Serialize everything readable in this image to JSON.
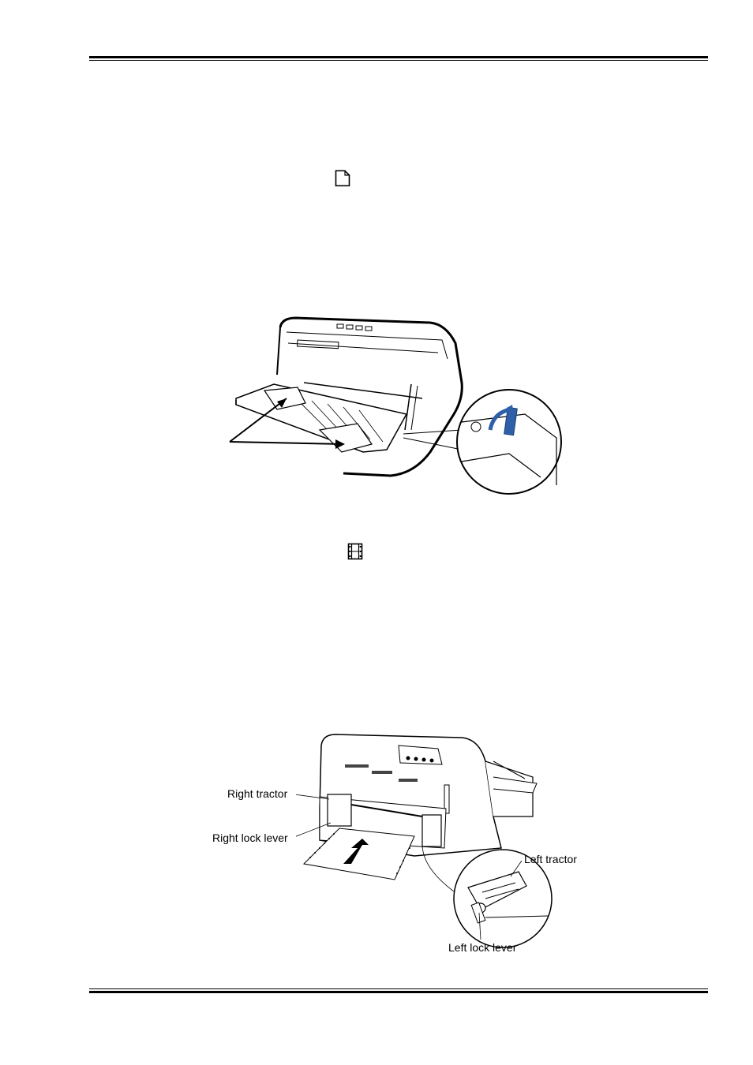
{
  "figure2": {
    "labels": {
      "right_tractor": "Right tractor",
      "right_lock_lever": "Right lock lever",
      "left_tractor": "Left tractor",
      "left_lock_lever": "Left lock lever"
    }
  },
  "icons": {
    "single_sheet": "page-icon",
    "continuous_paper": "continuous-paper-icon"
  },
  "colors": {
    "lever_accent": "#2e5fa8"
  }
}
